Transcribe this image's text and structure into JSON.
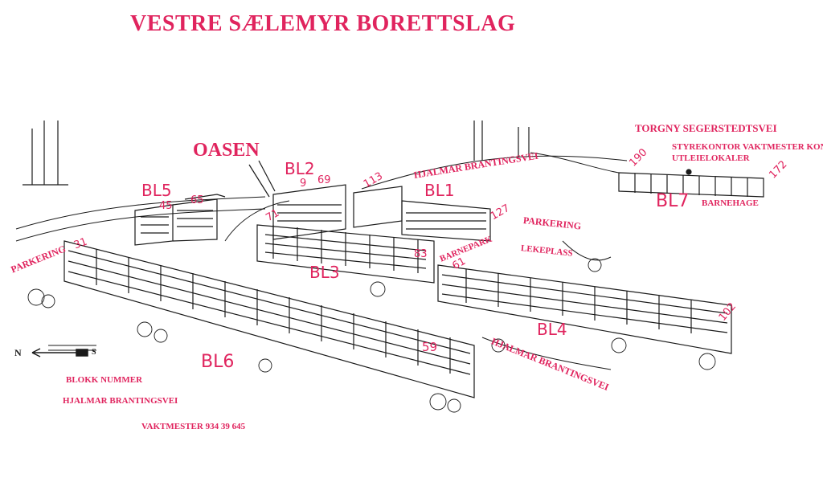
{
  "title": "VESTRE SÆLEMYR BORETTSLAG",
  "colors": {
    "ink": "#1a1a1a",
    "accent": "#e0245e"
  },
  "labels": {
    "oasen": "OASEN",
    "torgny": "TORGNY SEGERSTEDTSVEI",
    "styrekontor": "STYREKONTOR VAKTMESTER KONTOR",
    "utleie": "UTLEIELOKALER",
    "hjalmar_top": "HJALMAR BRANTINGSVEI",
    "hjalmar_bottom": "HJALMAR BRANTINGSVEI",
    "parkering_left": "PARKERING",
    "parkering_mid": "PARKERING",
    "barnepark": "BARNEPARK",
    "lekeplass": "LEKEPLASS",
    "barnehage": "BARNEHAGE"
  },
  "blocks": {
    "bl1": "BL1",
    "bl2": "BL2",
    "bl3": "BL3",
    "bl4": "BL4",
    "bl5": "BL5",
    "bl6": "BL6",
    "bl7": "BL7"
  },
  "numbers": {
    "n31": "31",
    "n45": "45",
    "n65": "65",
    "n71": "71",
    "n9": "9",
    "n69": "69",
    "n113": "113",
    "n127": "127",
    "n83": "83",
    "n61": "61",
    "n59": "59",
    "n190": "190",
    "n172": "172",
    "n102": "102"
  },
  "compass": {
    "north": "N",
    "south": "S"
  },
  "legend": {
    "blokk": "BLOKK NUMMER",
    "street": "HJALMAR BRANTINGSVEI",
    "vaktmester": "VAKTMESTER 934 39 645"
  }
}
